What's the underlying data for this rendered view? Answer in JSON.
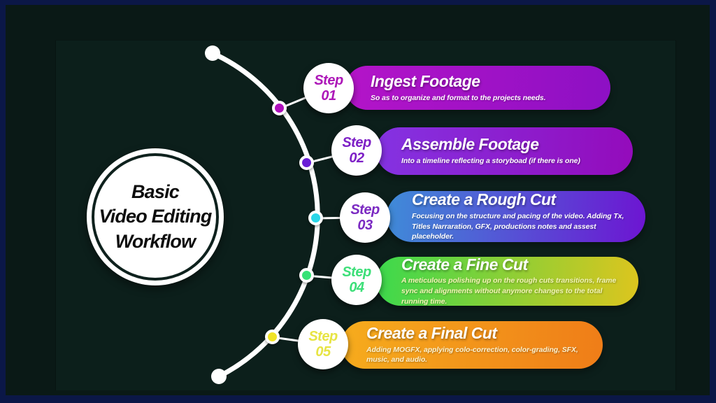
{
  "theme": {
    "frame": "#0b1747",
    "canvas": "#0a1916",
    "panel": "#0c1f1b",
    "ring": "#0e211d",
    "hub_text": "#0d0d0d",
    "arc": "#ffffff"
  },
  "hub": {
    "lines": [
      "Basic",
      "Video Editing",
      "Workflow"
    ]
  },
  "steps": [
    {
      "label": "Step",
      "number": "01",
      "title": "Ingest Footage",
      "description": "So as to organize and format to the projects needs.",
      "accent": "#ad17b8",
      "dot": "#ae10bc",
      "gradient_start": "#b414c8",
      "gradient_end": "#8d10c4",
      "description_color": "#ffffff"
    },
    {
      "label": "Step",
      "number": "02",
      "title": "Assemble Footage",
      "description": "Into a timeline reflecting a storyboad (if there is one)",
      "accent": "#7d1fc6",
      "dot": "#6a1ed6",
      "gradient_start": "#8433e2",
      "gradient_end": "#940bbb",
      "description_color": "#ffffff"
    },
    {
      "label": "Step",
      "number": "03",
      "title": "Create a Rough Cut",
      "description": "Focusing on the structure and pacing of the video. Adding Tx, Titles Narraration, GFX, productions notes and assest placeholder.",
      "accent": "#7b2ac2",
      "dot": "#2ad6e8",
      "gradient_start": "#3f8cd8",
      "gradient_end": "#6d15d2",
      "description_color": "#ffffff"
    },
    {
      "label": "Step",
      "number": "04",
      "title": "Create a Fine Cut",
      "description": "A meticulous polishing up on the rough cuts transitions, frame sync and alignments without anymore changes to the total running time.",
      "accent": "#3cdf78",
      "dot": "#36e276",
      "gradient_start": "#3bd94d",
      "gradient_end": "#ddc51e",
      "description_color": "#f2f4b4"
    },
    {
      "label": "Step",
      "number": "05",
      "title": "Create a Final Cut",
      "description": "Adding MOGFX, applying colo-correction, color-grading, SFX, music, and audio.",
      "accent": "#e7e443",
      "dot": "#f0e326",
      "gradient_start": "#f6ac1d",
      "gradient_end": "#ef7d18",
      "description_color": "#fdf2cf"
    }
  ]
}
